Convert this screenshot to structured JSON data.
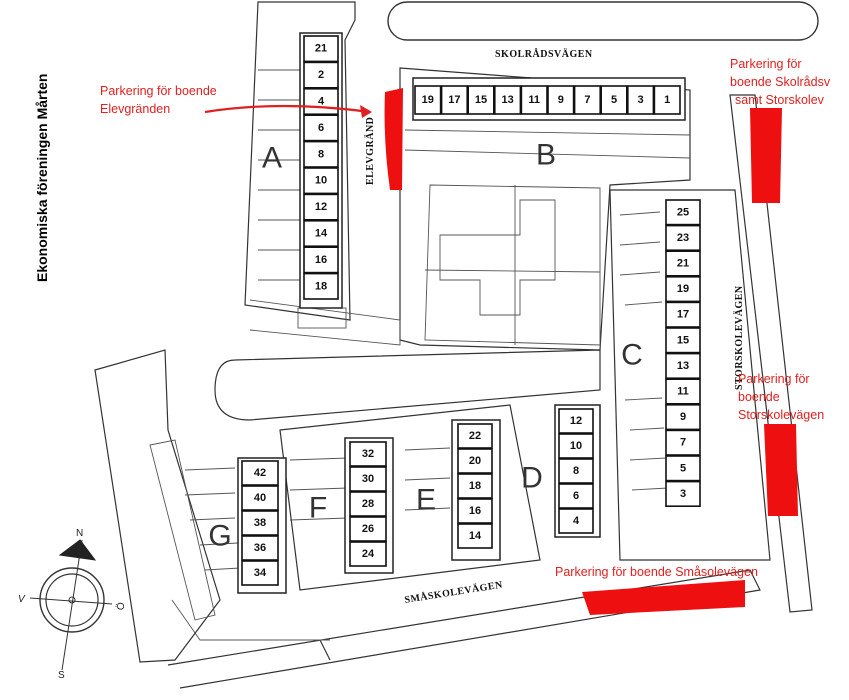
{
  "title": "Ekonomiska föreningen Mårten",
  "streets": {
    "skolradsvagen": "SKOLRÅDSVÄGEN",
    "elevgranden": "ELEVGRÄND",
    "storskolevagen": "STORSKOLEVÄGEN",
    "smaskolevagen": "SMÅSKOLEVÄGEN"
  },
  "blocks": {
    "A": {
      "letter": "A",
      "units": [
        "21",
        "2",
        "4",
        "6",
        "8",
        "10",
        "12",
        "14",
        "16",
        "18"
      ]
    },
    "B": {
      "letter": "B",
      "units": [
        "19",
        "17",
        "15",
        "13",
        "11",
        "9",
        "7",
        "5",
        "3",
        "1"
      ]
    },
    "C": {
      "letter": "C",
      "units": [
        "25",
        "23",
        "21",
        "19",
        "17",
        "15",
        "13",
        "11",
        "9",
        "7",
        "5",
        "3"
      ]
    },
    "D": {
      "letter": "D",
      "units": [
        "12",
        "10",
        "8",
        "6",
        "4"
      ]
    },
    "E": {
      "letter": "E",
      "units": [
        "22",
        "20",
        "18",
        "16",
        "14"
      ]
    },
    "F": {
      "letter": "F",
      "units": [
        "32",
        "30",
        "28",
        "26",
        "24"
      ]
    },
    "G": {
      "letter": "G",
      "units": [
        "42",
        "40",
        "38",
        "36",
        "34"
      ]
    }
  },
  "parking_labels": {
    "elevgranden": [
      "Parkering för boende",
      "Elevgränden"
    ],
    "skolradsv": [
      "Parkering för",
      "boende Skolrådsv",
      "samt Storskolev"
    ],
    "storskolevagen": [
      "Parkering för",
      "boende",
      "Storskolevägen"
    ],
    "smaskolevagen": [
      "Parkering för boende Småsolevägen"
    ]
  },
  "compass": {
    "n": "N",
    "s": "S",
    "v": "V",
    "o": "Ö"
  },
  "colors": {
    "parking": "#ee1010",
    "label": "#e02020"
  }
}
